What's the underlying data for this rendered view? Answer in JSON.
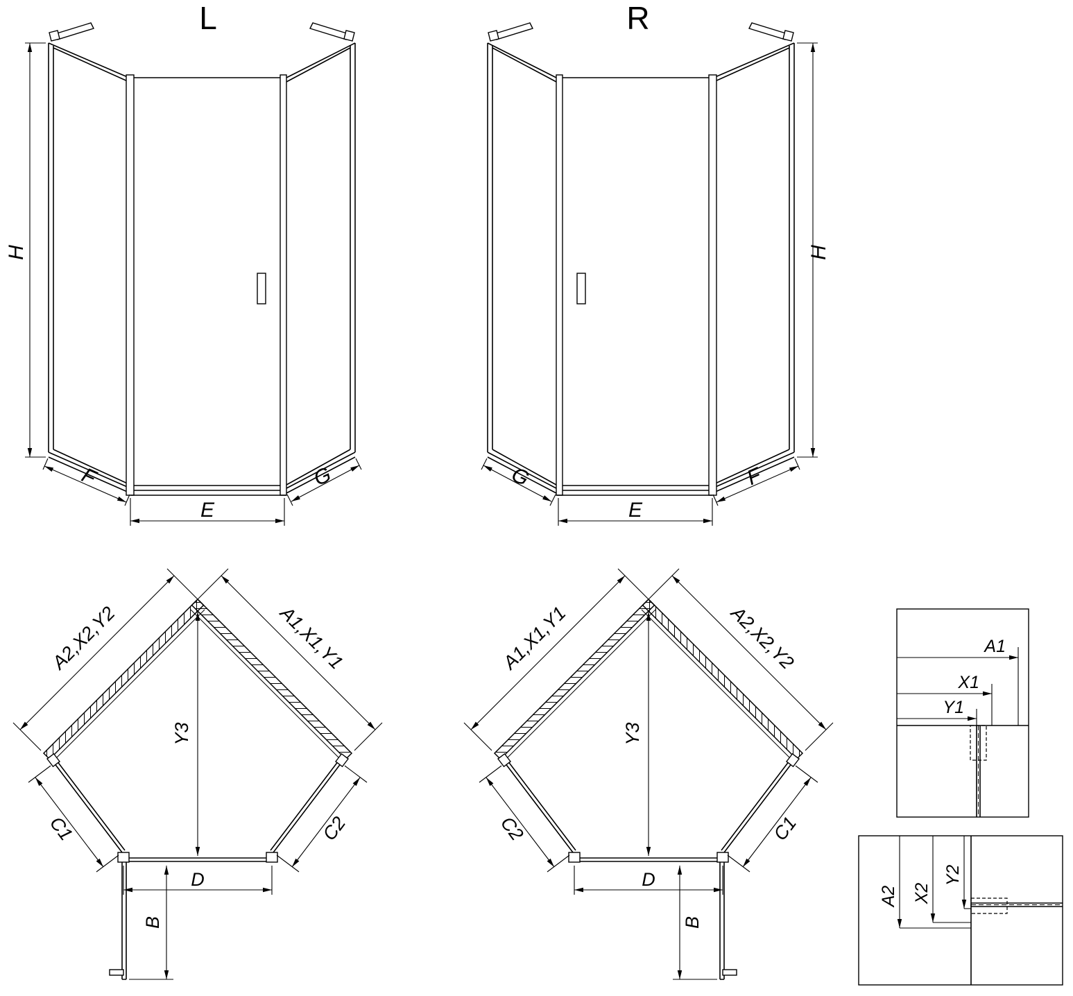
{
  "titles": {
    "left": "L",
    "right": "R"
  },
  "elev": {
    "h": "H",
    "e": "E",
    "f": "F",
    "g": "G"
  },
  "plan": {
    "a1": "A1,X1,Y1",
    "a2": "A2,X2,Y2",
    "y3": "Y3",
    "c1": "C1",
    "c2": "C2",
    "d": "D",
    "b": "B"
  },
  "detail1": {
    "a1": "A1",
    "x1": "X1",
    "y1": "Y1"
  },
  "detail2": {
    "a2": "A2",
    "x2": "X2",
    "y2": "Y2"
  },
  "colors": {
    "line": "#000000",
    "bg": "#ffffff"
  }
}
